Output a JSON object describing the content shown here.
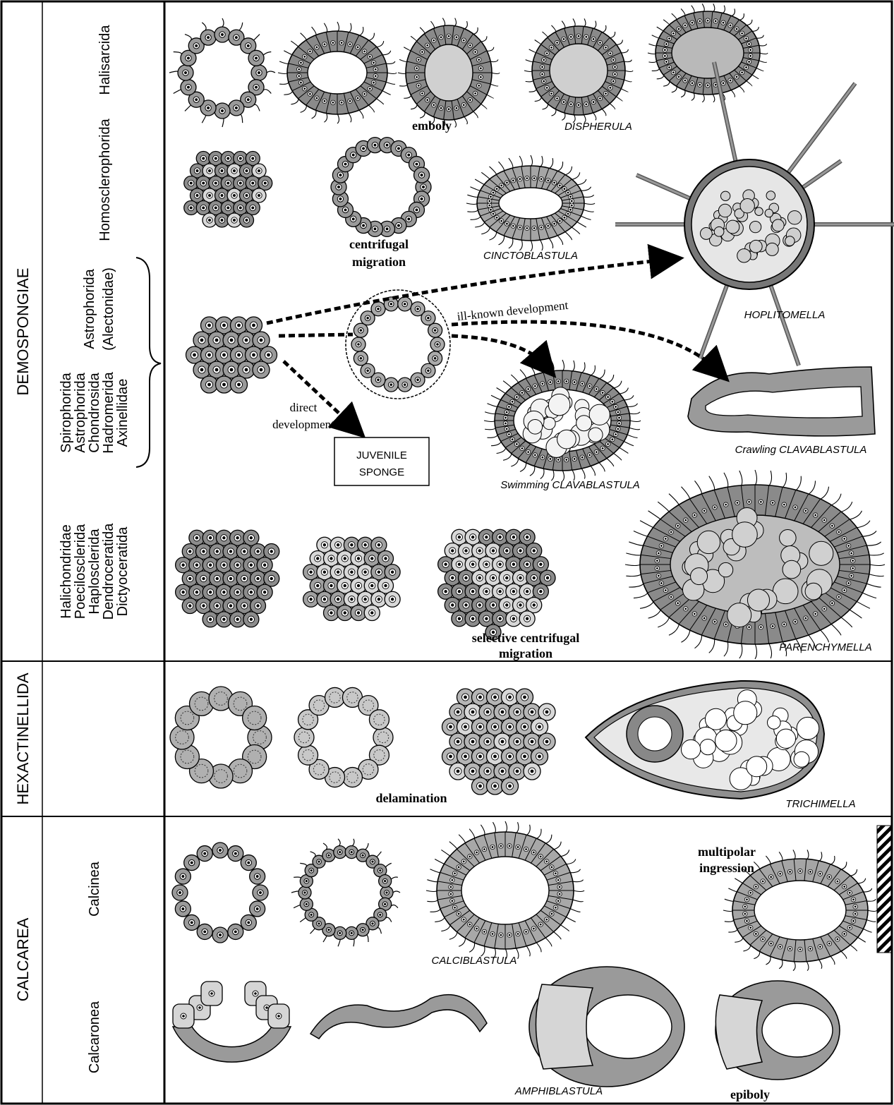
{
  "classes": {
    "demospongiae": "DEMOSPONGIAE",
    "hexactinellida": "HEXACTINELLIDA",
    "calcarea": "CALCAREA"
  },
  "orders": {
    "halisarcida": "Halisarcida",
    "homoscleromorpha": "Homosclerophorida",
    "astrophorida": [
      "Astrophorida",
      "(Alectonidae)"
    ],
    "spirophorida_group": [
      "Spirophorida",
      "Astrophorida",
      "Chondrosida",
      "Hadromerida",
      "Axinellidae"
    ],
    "halichondriidae_group": [
      "Halichondridae",
      "Poecilosclerida",
      "Haplosclerida",
      "Dendroceratida",
      "Dictyoceratida"
    ],
    "calcinea": "Calcinea",
    "calcaronea": "Calcaronea"
  },
  "processes": {
    "emboly": "emboly",
    "centrifugal_migration": [
      "centrifugal",
      "migration"
    ],
    "ill_known": "ill-known development",
    "direct_development": [
      "direct",
      "development"
    ],
    "selective": [
      "selective centrifugal",
      "migration"
    ],
    "delamination": "delamination",
    "multipolar": [
      "multipolar",
      "ingression"
    ],
    "epiboly": "epiboly"
  },
  "larvae": {
    "dispherula": "DISPHERULA",
    "cinctoblastula": "CINCTOBLASTULA",
    "hoplitomella": "HOPLITOMELLA",
    "swimming_clavablastula": "Swimming CLAVABLASTULA",
    "crawling_clavablastula": "Crawling CLAVABLASTULA",
    "parenchymella": "PARENCHYMELLA",
    "trichimella": "TRICHIMELLA",
    "calciblastula": "CALCIBLASTULA",
    "amphiblastula": "AMPHIBLASTULA"
  },
  "juvenile_box": [
    "JUVENILE",
    "SPONGE"
  ]
}
